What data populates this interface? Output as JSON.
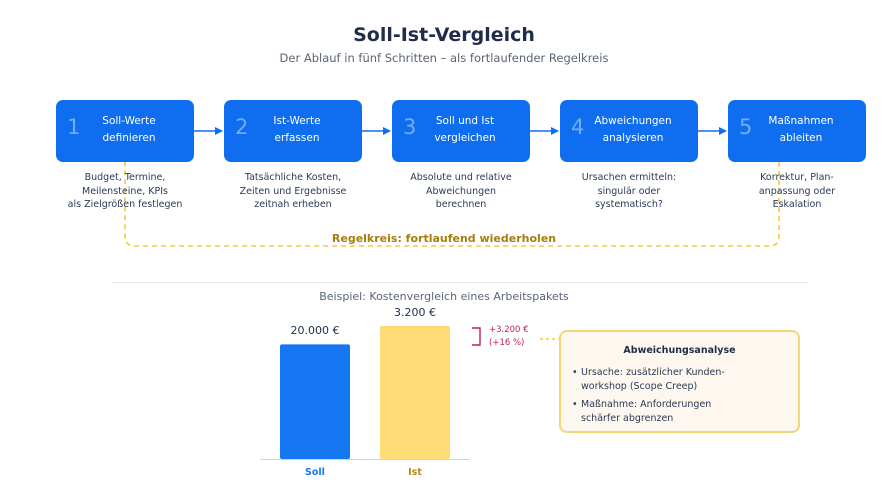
{
  "header": {
    "title": "Soll-Ist-Vergleich",
    "subtitle": "Der Ablauf in fünf Schritten – als fortlaufender Regelkreis"
  },
  "steps": [
    {
      "number": "1",
      "label_line1": "Soll-Werte",
      "label_line2": "definieren",
      "desc": [
        "Budget, Termine,",
        "Meilensteine, KPIs",
        "als Zielgrößen festlegen"
      ]
    },
    {
      "number": "2",
      "label_line1": "Ist-Werte",
      "label_line2": "erfassen",
      "desc": [
        "Tatsächliche Kosten,",
        "Zeiten und Ergebnisse",
        "zeitnah erheben"
      ]
    },
    {
      "number": "3",
      "label_line1": "Soll und Ist",
      "label_line2": "vergleichen",
      "desc": [
        "Absolute und relative",
        "Abweichungen",
        "berechnen"
      ]
    },
    {
      "number": "4",
      "label_line1": "Abweichungen",
      "label_line2": "analysieren",
      "desc": [
        "Ursachen ermitteln:",
        "singulär oder",
        "systematisch?"
      ]
    },
    {
      "number": "5",
      "label_line1": "Maßnahmen",
      "label_line2": "ableiten",
      "desc": [
        "Korrektur, Plan-",
        "anpassung oder",
        "Eskalation"
      ]
    }
  ],
  "loop": {
    "label": "Regelkreis: fortlaufend wiederholen"
  },
  "example": {
    "title": "Beispiel: Kostenvergleich eines Arbeitspakets",
    "delta_line1": "+3.200 €",
    "delta_line2": "(+16 %)"
  },
  "chart_data": {
    "type": "bar",
    "categories": [
      "Soll",
      "Ist"
    ],
    "values": [
      20000,
      23200
    ],
    "value_labels": [
      "20.000 €",
      "3.200 €"
    ],
    "colors": [
      "#1677f2",
      "#fedb74"
    ],
    "label_colors": [
      "#1677f2",
      "#b88a14"
    ]
  },
  "analysis": {
    "title": "Abweichungsanalyse",
    "item1_line1": "Ursache: zusätzlicher Kunden-",
    "item1_line2": "workshop (Scope Creep)",
    "item2_line1": "Maßnahme: Anforderungen",
    "item2_line2": "schärfer abgrenzen"
  },
  "colors": {
    "step_blue": "#0f6ef0",
    "loop_dash": "#f5c842",
    "loop_text": "#a87d0c",
    "delta_red": "#c4204f"
  }
}
